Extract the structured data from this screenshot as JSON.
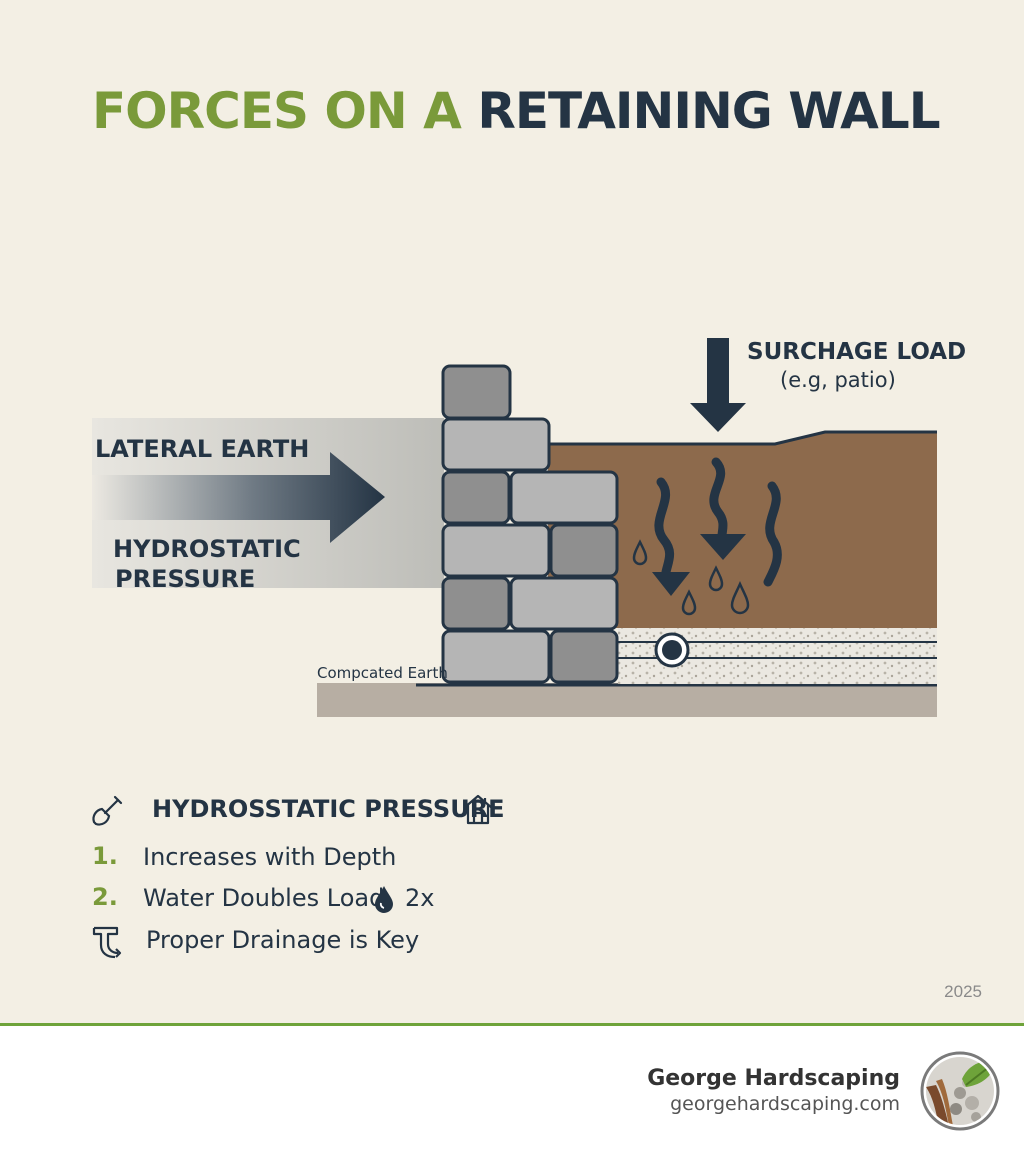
{
  "title": {
    "part1": "FORCES ON A",
    "part2": "RETAINING WALL"
  },
  "diagram": {
    "surcharge_label": "SURCHAGE LOAD",
    "surcharge_sub": "(e.g, patio)",
    "lateral_label": "LATERAL EARTH",
    "hydro_line1": "HYDROSTATIC",
    "hydro_line2": "PRESSURE",
    "compacted_label": "Compcated Earth"
  },
  "legend": {
    "heading": "HYDROSSTATIC PRESSURE",
    "items": [
      {
        "marker": "1.",
        "text": "Increases with Depth"
      },
      {
        "marker": "2.",
        "text": "Water Doubles Load",
        "suffix": "2x"
      },
      {
        "marker": "drain-icon",
        "text": "Proper Drainage is Key"
      }
    ]
  },
  "year": "2025",
  "footer": {
    "brand": "George Hardscaping",
    "url": "georgehardscaping.com"
  },
  "colors": {
    "green": "#7a9a3a",
    "navy": "#243444",
    "soil": "#8d6a4c",
    "block_light": "#b5b5b5",
    "block_dark": "#8f8f8f"
  }
}
